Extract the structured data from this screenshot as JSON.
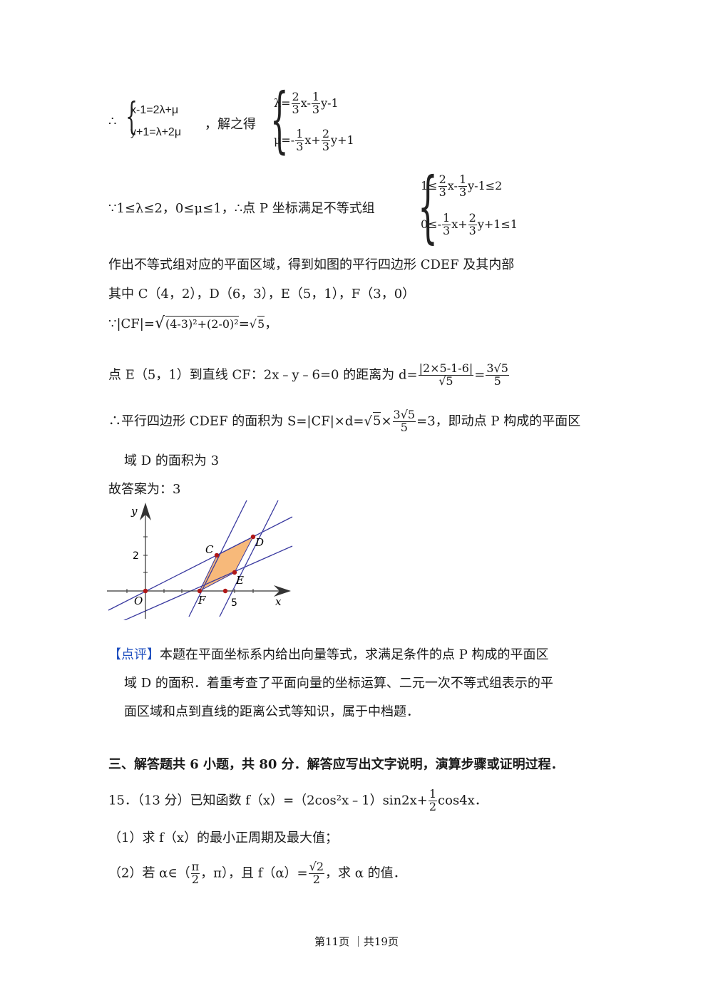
{
  "sol": {
    "line1_therefore": "∴",
    "sys1_eq1": "x-1=2λ+μ",
    "sys1_eq2": "y+1=λ+2μ",
    "solve_text": "，解之得",
    "lam_prefix": "λ=",
    "lam_frac1_num": "2",
    "lam_frac1_den": "3",
    "lam_mid": "x-",
    "lam_frac2_num": "1",
    "lam_frac2_den": "3",
    "lam_tail": "y-1",
    "mu_prefix": "μ=-",
    "mu_frac1_num": "1",
    "mu_frac1_den": "3",
    "mu_mid": "x+",
    "mu_frac2_num": "2",
    "mu_frac2_den": "3",
    "mu_tail": "y+1",
    "cond_text": "∵1≤λ≤2，0≤μ≤1，∴点 P 坐标满足不等式组",
    "ineq1_prefix": "1≤",
    "ineq1_mid": "x-",
    "ineq1_tail": "y-1≤2",
    "ineq2_prefix": "0≤-",
    "ineq2_mid": "x+",
    "ineq2_tail": "y+1≤1",
    "region_text": "作出不等式组对应的平面区域，得到如图的平行四边形 CDEF 及其内部",
    "points_text": "其中 C（4，2），D（6，3），E（5，1），F（3，0）",
    "cf_prefix": "∵|CF|=",
    "cf_radicand": "(4-3)²+(2-0)²",
    "cf_eq": "=",
    "cf_result": "5",
    "cf_tail": "，",
    "dist_text": "点 E（5，1）到直线 CF：2x﹣y﹣6=0 的距离为 d=",
    "dist_num": "|2×5-1-6|",
    "dist_den": "5",
    "dist_eq": "=",
    "dist_res_num_coef": "3",
    "dist_res_num": "5",
    "dist_res_den": "5",
    "area_text": "∴平行四边形 CDEF 的面积为 S=|CF|×d=",
    "area_sqrt": "5",
    "area_times": "×",
    "area_frac_coef": "3",
    "area_frac_num": "5",
    "area_frac_den": "5",
    "area_tail": "=3，即动点 P 构成的平面区",
    "area_tail2": "域 D 的面积为 3",
    "answer": "故答案为：3"
  },
  "figure": {
    "y_label": "y",
    "x_label": "x",
    "origin_label": "O",
    "tick_2": "2",
    "tick_5": "5",
    "pt_C": "C",
    "pt_D": "D",
    "pt_E": "E",
    "pt_F": "F",
    "fill_color": "#f7b97a",
    "line_color": "#3a3aa0",
    "point_color": "#b01818"
  },
  "comment": {
    "tag": "【点评】",
    "line1": "本题在平面坐标系内给出向量等式，求满足条件的点 P 构成的平面区",
    "line2": "域 D 的面积．着重考查了平面向量的坐标运算、二元一次不等式组表示的平",
    "line3": "面区域和点到直线的距离公式等知识，属于中档题．"
  },
  "section": {
    "heading": "三、解答题共 6 小题，共 80 分．解答应写出文字说明，演算步骤或证明过程．"
  },
  "q15": {
    "stem_prefix": "15．（13 分）已知函数 f（x）=（2cos²x﹣1）sin2x+",
    "stem_frac_num": "1",
    "stem_frac_den": "2",
    "stem_tail": "cos4x．",
    "part1": "（1）求 f（x）的最小正周期及最大值；",
    "part2_prefix": "（2）若 α∈（",
    "part2_pi_num": "π",
    "part2_pi_den": "2",
    "part2_mid": "，π），且 f（α）=",
    "part2_val_num": "2",
    "part2_val_den": "2",
    "part2_tail": "，求 α 的值．"
  },
  "footer": {
    "page": "第11页 ｜共19页"
  }
}
